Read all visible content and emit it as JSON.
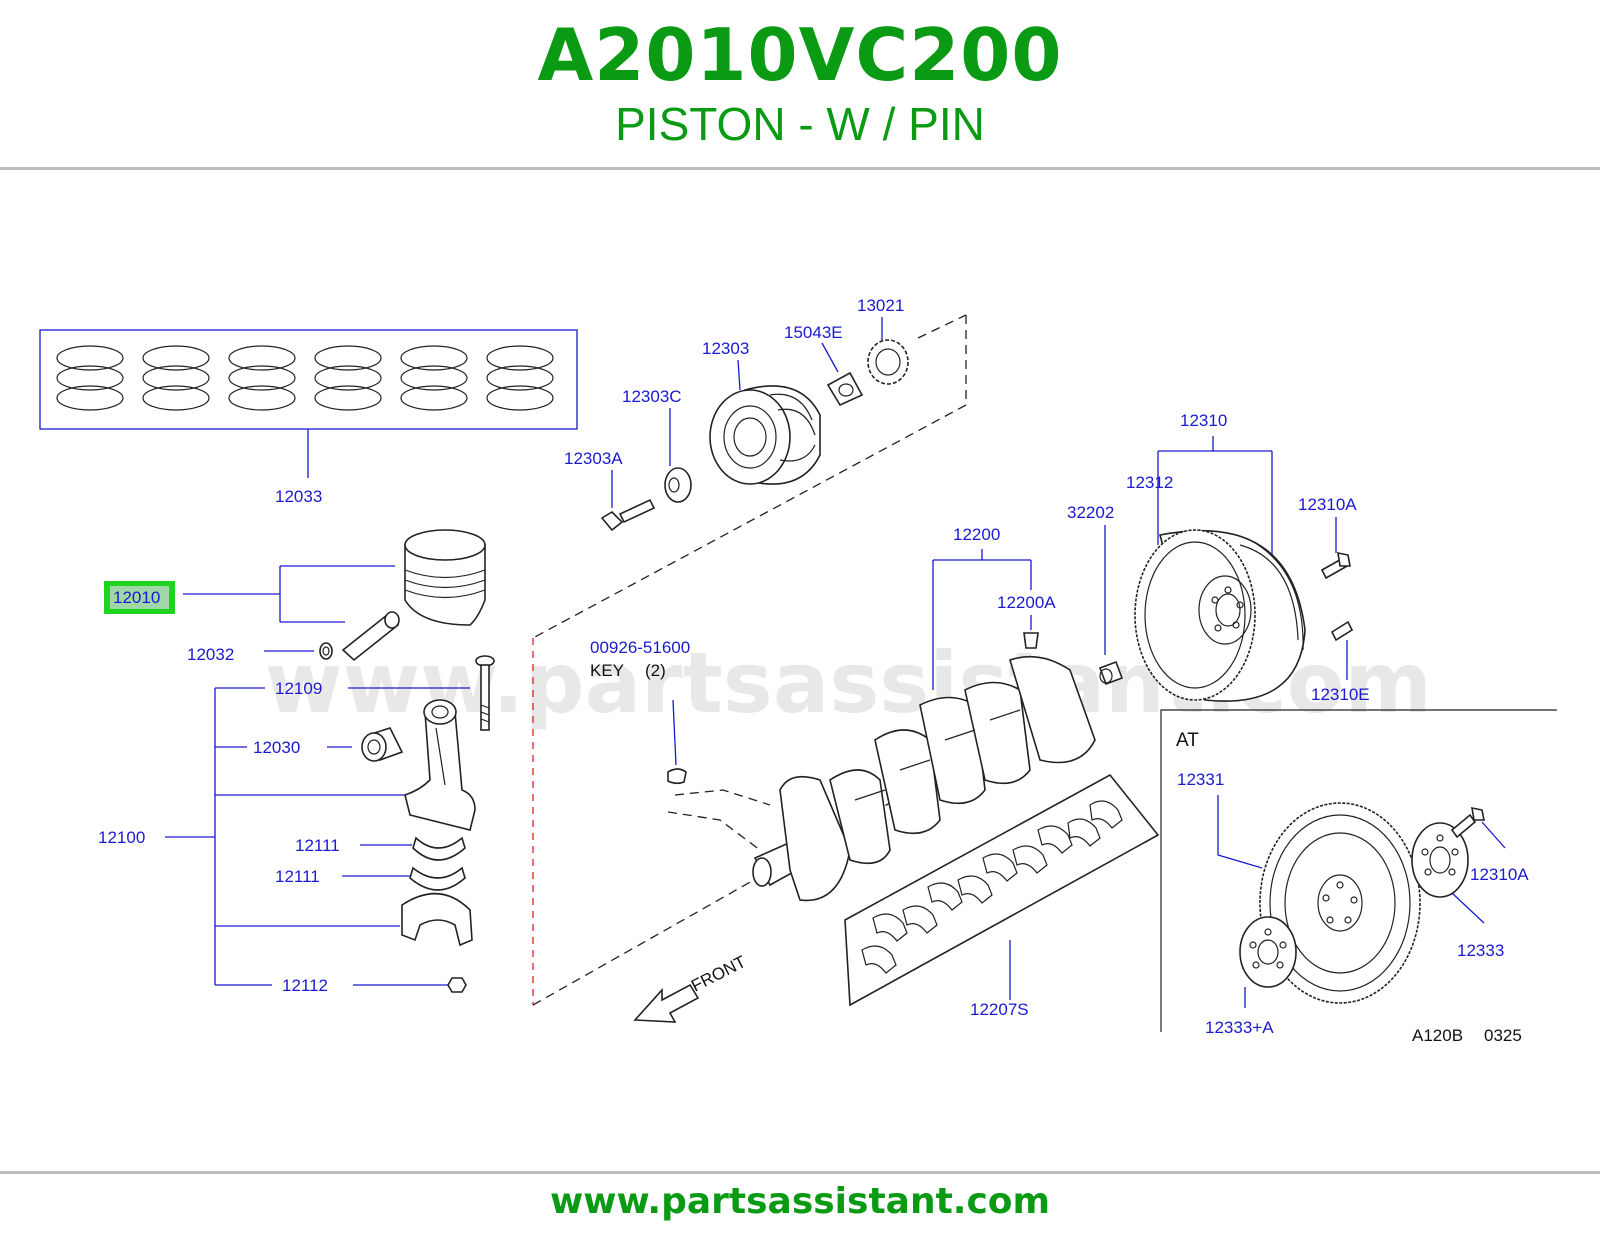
{
  "header": {
    "part_code": "A2010VC200",
    "part_name": "PISTON - W / PIN"
  },
  "footer": {
    "url": "www.partsassistant.com"
  },
  "watermark": "www.partsassistant.com",
  "diagram": {
    "highlight_color": "#1fd41f",
    "label_color": "#1a1ad0",
    "brand_color": "#0a9a14",
    "labels": {
      "p12033": "12033",
      "p12010": "12010",
      "p12032": "12032",
      "p12109": "12109",
      "p12030": "12030",
      "p12100": "12100",
      "p12111a": "12111",
      "p12111b": "12111",
      "p12112": "12112",
      "p12303": "12303",
      "p15043E": "15043E",
      "p13021": "13021",
      "p12303C": "12303C",
      "p12303A": "12303A",
      "p00926": "00926-51600",
      "key": "KEY",
      "key_qty": "(2)",
      "p12200": "12200",
      "p12200A": "12200A",
      "p32202": "32202",
      "p12310": "12310",
      "p12312": "12312",
      "p12310A": "12310A",
      "p12310E": "12310E",
      "p12207S": "12207S",
      "front": "FRONT",
      "at": "AT",
      "p12331": "12331",
      "p12310A_at": "12310A",
      "p12333": "12333",
      "p12333A": "12333+A",
      "ref_code": "A120B",
      "ref_num": "0325"
    }
  }
}
